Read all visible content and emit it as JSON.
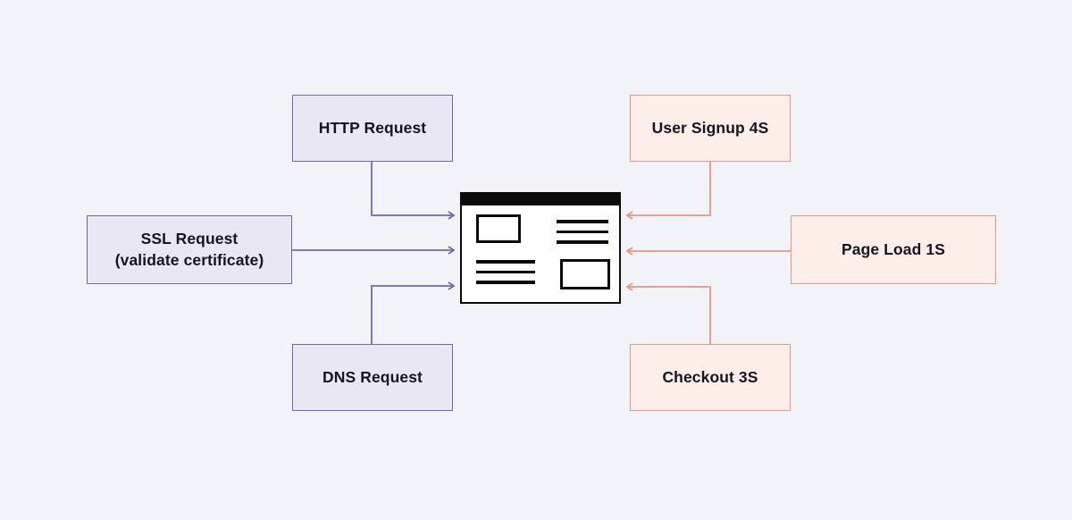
{
  "colors": {
    "bg": "#f2f3f8",
    "purple-border": "#7066ab",
    "purple-fill": "#eae7f5",
    "purple-line": "#7066ab",
    "salmon-border": "#ec9581",
    "salmon-fill": "#fdeeea",
    "salmon-line": "#ec9581",
    "text": "#171321",
    "ink": "#0b0b0b"
  },
  "nodes": {
    "http": {
      "label": "HTTP Request"
    },
    "ssl": {
      "label": "SSL Request\n(validate certificate)"
    },
    "dns": {
      "label": "DNS Request"
    },
    "signup": {
      "label": "User Signup 4S"
    },
    "pageload": {
      "label": "Page Load 1S"
    },
    "checkout": {
      "label": "Checkout 3S"
    }
  }
}
